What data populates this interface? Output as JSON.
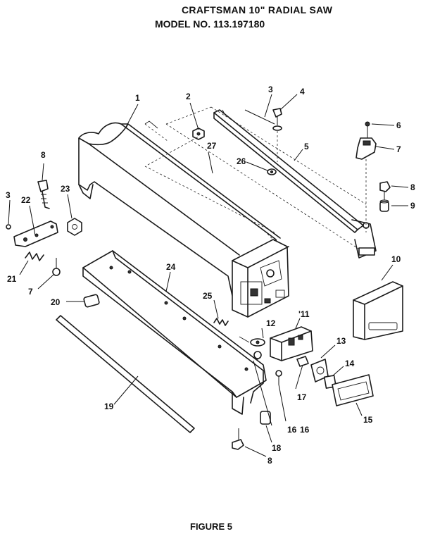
{
  "header": {
    "title": "CRAFTSMAN 10\" RADIAL SAW",
    "model": "MODEL NO. 113.197180"
  },
  "footer": {
    "figure": "FIGURE 5"
  },
  "callouts": {
    "c1": "1",
    "c2": "2",
    "c3a": "3",
    "c4": "4",
    "c5": "5",
    "c6": "6",
    "c7a": "7",
    "c8a": "8",
    "c9": "9",
    "c10": "10",
    "c11": "'11",
    "c12": "12",
    "c13": "13",
    "c14": "14",
    "c15": "15",
    "c16a": "16",
    "c16b": "16",
    "c17": "17",
    "c18": "18",
    "c8b": "8",
    "c19": "19",
    "c20": "20",
    "c21": "21",
    "c7b": "7",
    "c22": "22",
    "c3b": "3",
    "c8c": "8",
    "c23": "23",
    "c24": "24",
    "c25": "25",
    "c26": "26",
    "c27": "27"
  }
}
